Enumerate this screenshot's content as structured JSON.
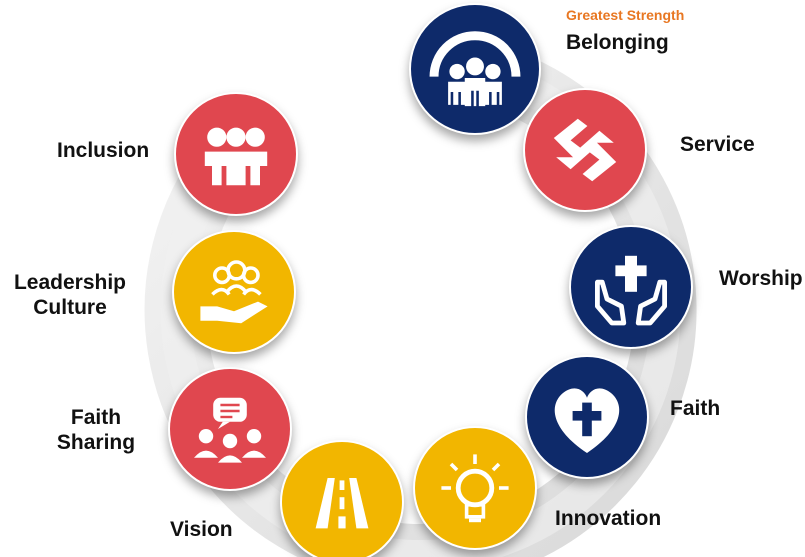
{
  "colors": {
    "navy": "#0e2a6a",
    "red": "#e0474f",
    "yellow": "#f2b600",
    "accent_orange": "#e87722",
    "ring_gray": "#e3e3e3"
  },
  "highlight": {
    "tag": "Greatest Strength"
  },
  "nodes": [
    {
      "label": "Belonging",
      "color": "navy",
      "icon": "group-under-arch-icon"
    },
    {
      "label": "Service",
      "color": "red",
      "icon": "handshake-icon"
    },
    {
      "label": "Worship",
      "color": "navy",
      "icon": "hands-cross-icon"
    },
    {
      "label": "Faith",
      "color": "navy",
      "icon": "heart-cross-icon"
    },
    {
      "label": "Innovation",
      "color": "yellow",
      "icon": "lightbulb-icon"
    },
    {
      "label": "Vision",
      "color": "yellow",
      "icon": "road-icon"
    },
    {
      "label_line1": "Faith",
      "label_line2": "Sharing",
      "color": "red",
      "icon": "people-speech-icon"
    },
    {
      "label_line1": "Leadership",
      "label_line2": "Culture",
      "color": "yellow",
      "icon": "hand-holding-people-icon"
    },
    {
      "label": "Inclusion",
      "color": "red",
      "icon": "people-group-icon"
    }
  ]
}
